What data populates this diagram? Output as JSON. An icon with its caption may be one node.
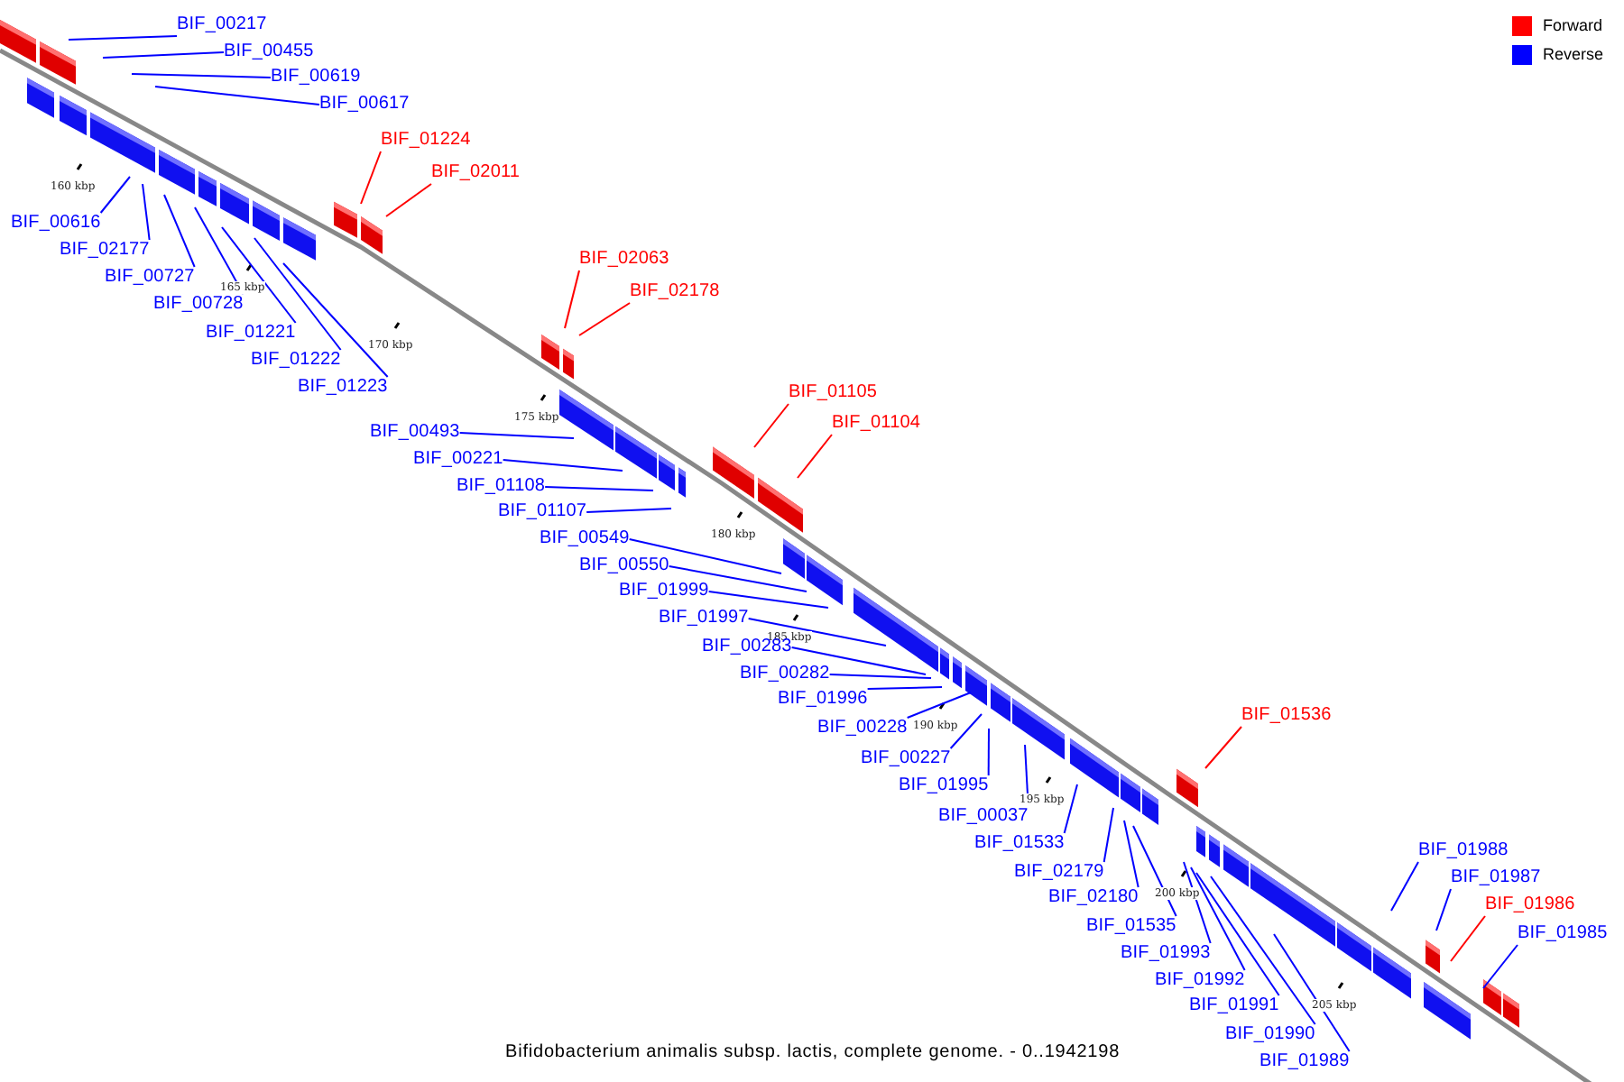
{
  "diagram": {
    "caption": "Bifidobacterium animalis subsp. lactis, complete genome. - 0..1942198",
    "nodes": [
      {
        "text": [
          "BIF_00217"
        ]
      },
      {
        "text": [
          "BIF_00455"
        ]
      },
      {
        "text": [
          "BIF_00619"
        ]
      },
      {
        "text": [
          "BIF_00617"
        ]
      },
      {
        "text": [
          "BIF_01224"
        ]
      },
      {
        "text": [
          "BIF_02011"
        ]
      },
      {
        "text": [
          "BIF_00616"
        ]
      },
      {
        "text": [
          "BIF_02177"
        ]
      },
      {
        "text": [
          "BIF_00727"
        ]
      },
      {
        "text": [
          "BIF_00728"
        ]
      },
      {
        "text": [
          "BIF_01221"
        ]
      },
      {
        "text": [
          "BIF_01222"
        ]
      },
      {
        "text": [
          "BIF_01223"
        ]
      },
      {
        "text": [
          "BIF_02063"
        ]
      },
      {
        "text": [
          "BIF_02178"
        ]
      },
      {
        "text": [
          "BIF_01105"
        ]
      },
      {
        "text": [
          "BIF_01104"
        ]
      },
      {
        "text": [
          "BIF_00493"
        ]
      },
      {
        "text": [
          "BIF_00221"
        ]
      },
      {
        "text": [
          "BIF_01108"
        ]
      },
      {
        "text": [
          "BIF_01107"
        ]
      },
      {
        "text": [
          "BIF_00549"
        ]
      },
      {
        "text": [
          "BIF_00550"
        ]
      },
      {
        "text": [
          "BIF_01999"
        ]
      },
      {
        "text": [
          "BIF_01997"
        ]
      },
      {
        "text": [
          "BIF_00283"
        ]
      },
      {
        "text": [
          "BIF_00282"
        ]
      },
      {
        "text": [
          "BIF_01996"
        ]
      },
      {
        "text": [
          "BIF_00228"
        ]
      },
      {
        "text": [
          "BIF_00227"
        ]
      },
      {
        "text": [
          "BIF_01995"
        ]
      },
      {
        "text": [
          "BIF_00037"
        ]
      },
      {
        "text": [
          "BIF_01533"
        ]
      },
      {
        "text": [
          "BIF_02179"
        ]
      },
      {
        "text": [
          "BIF_02180"
        ]
      },
      {
        "text": [
          "BIF_01535"
        ]
      },
      {
        "text": [
          "BIF_01993"
        ]
      },
      {
        "text": [
          "BIF_01992"
        ]
      },
      {
        "text": [
          "BIF_01991"
        ]
      },
      {
        "text": [
          "BIF_01990"
        ]
      },
      {
        "text": [
          "BIF_01989"
        ]
      },
      {
        "text": [
          "BIF_01536"
        ]
      },
      {
        "text": [
          "BIF_01988"
        ]
      },
      {
        "text": [
          "BIF_01987"
        ]
      },
      {
        "text": [
          "BIF_01986"
        ]
      },
      {
        "text": [
          "BIF_01985"
        ]
      }
    ],
    "edges": [
      {
        "from": 0,
        "to": null,
        "arrow": "none"
      },
      {
        "from": 1,
        "to": null,
        "arrow": "none"
      },
      {
        "from": 2,
        "to": null,
        "arrow": "none"
      },
      {
        "from": 3,
        "to": null,
        "arrow": "none"
      },
      {
        "from": 4,
        "to": null,
        "arrow": "none",
        "color": "#ff0000"
      },
      {
        "from": 5,
        "to": null,
        "arrow": "none",
        "color": "#ff0000"
      },
      {
        "from": 6,
        "to": null,
        "arrow": "none"
      },
      {
        "from": 7,
        "to": null,
        "arrow": "none"
      },
      {
        "from": 8,
        "to": null,
        "arrow": "none"
      },
      {
        "from": 9,
        "to": null,
        "arrow": "none"
      },
      {
        "from": 10,
        "to": null,
        "arrow": "none"
      },
      {
        "from": 11,
        "to": null,
        "arrow": "none"
      },
      {
        "from": 12,
        "to": null,
        "arrow": "none"
      },
      {
        "from": 13,
        "to": null,
        "arrow": "none",
        "color": "#ff0000"
      },
      {
        "from": 14,
        "to": null,
        "arrow": "none",
        "color": "#ff0000"
      },
      {
        "from": 15,
        "to": null,
        "arrow": "none",
        "color": "#ff0000"
      },
      {
        "from": 16,
        "to": null,
        "arrow": "none",
        "color": "#ff0000"
      },
      {
        "from": 17,
        "to": null,
        "arrow": "none"
      },
      {
        "from": 18,
        "to": null,
        "arrow": "none"
      },
      {
        "from": 19,
        "to": null,
        "arrow": "none"
      },
      {
        "from": 20,
        "to": null,
        "arrow": "none"
      },
      {
        "from": 21,
        "to": null,
        "arrow": "none"
      },
      {
        "from": 22,
        "to": null,
        "arrow": "none"
      },
      {
        "from": 23,
        "to": null,
        "arrow": "none"
      },
      {
        "from": 24,
        "to": null,
        "arrow": "none"
      },
      {
        "from": 25,
        "to": null,
        "arrow": "none"
      },
      {
        "from": 26,
        "to": null,
        "arrow": "none"
      },
      {
        "from": 27,
        "to": null,
        "arrow": "none"
      },
      {
        "from": 28,
        "to": null,
        "arrow": "none"
      },
      {
        "from": 29,
        "to": null,
        "arrow": "none"
      },
      {
        "from": 30,
        "to": null,
        "arrow": "none"
      },
      {
        "from": 31,
        "to": null,
        "arrow": "none"
      },
      {
        "from": 32,
        "to": null,
        "arrow": "none"
      },
      {
        "from": 33,
        "to": null,
        "arrow": "none"
      },
      {
        "from": 34,
        "to": null,
        "arrow": "none"
      },
      {
        "from": 35,
        "to": null,
        "arrow": "none"
      },
      {
        "from": 36,
        "to": null,
        "arrow": "none"
      },
      {
        "from": 37,
        "to": null,
        "arrow": "none"
      },
      {
        "from": 38,
        "to": null,
        "arrow": "none"
      },
      {
        "from": 39,
        "to": null,
        "arrow": "none"
      },
      {
        "from": 40,
        "to": null,
        "arrow": "none"
      },
      {
        "from": 41,
        "to": null,
        "arrow": "none",
        "color": "#ff0000"
      },
      {
        "from": 42,
        "to": null,
        "arrow": "none"
      },
      {
        "from": 43,
        "to": null,
        "arrow": "none"
      },
      {
        "from": 44,
        "to": null,
        "arrow": "none",
        "color": "#ff0000"
      },
      {
        "from": 45,
        "to": null,
        "arrow": "none"
      }
    ],
    "labels": [
      "160 kbp",
      "165 kbp",
      "170 kbp",
      "175 kbp",
      "180 kbp",
      "185 kbp",
      "190 kbp",
      "195 kbp",
      "200 kbp",
      "205 kbp"
    ],
    "legend": [
      {
        "text": "Forward",
        "color": "#ff0000"
      },
      {
        "text": "Reverse",
        "color": "#0000ff"
      }
    ]
  }
}
